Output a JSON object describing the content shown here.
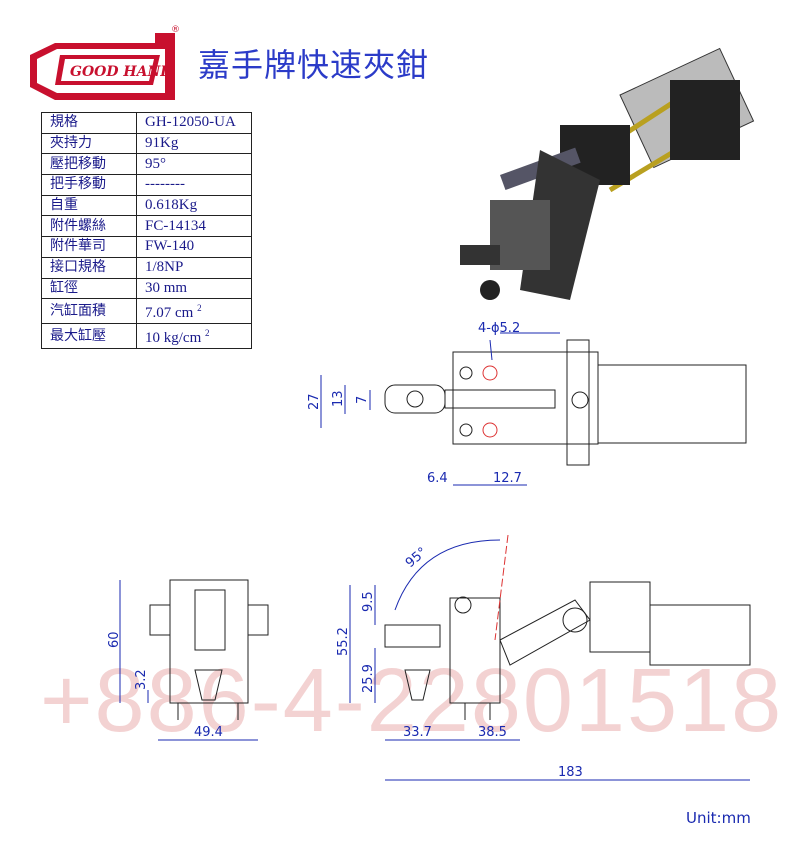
{
  "brand": {
    "logo_text": "GOOD HAND",
    "registered": "®"
  },
  "title": "嘉手牌快速夾鉗",
  "specs": [
    {
      "label": "規格",
      "value": "GH-12050-UA"
    },
    {
      "label": "夾持力",
      "value": "91Kg"
    },
    {
      "label": "壓把移動",
      "value": "95°"
    },
    {
      "label": "把手移動",
      "value": "--------"
    },
    {
      "label": "自重",
      "value": "0.618Kg"
    },
    {
      "label": "附件螺絲",
      "value": "FC-14134"
    },
    {
      "label": "附件華司",
      "value": "FW-140"
    },
    {
      "label": "接口規格",
      "value": "1/8NP"
    },
    {
      "label": "缸徑",
      "value": "30 mm"
    },
    {
      "label": "汽缸面積",
      "value": "7.07 cm",
      "sup": "2"
    },
    {
      "label": "最大缸壓",
      "value": "10 kg/cm",
      "sup": "2"
    }
  ],
  "dimensions": {
    "holes": "4-ϕ5.2",
    "d27": "27",
    "d13": "13",
    "d7": "7",
    "d6_4": "6.4",
    "d12_7": "12.7",
    "angle": "95°",
    "d60": "60",
    "d3_2": "3.2",
    "d49_4": "49.4",
    "d9_5": "9.5",
    "d55_2": "55.2",
    "d25_9": "25.9",
    "d33_7": "33.7",
    "d38_5": "38.5",
    "d183": "183"
  },
  "watermark": "+886-4-22801518",
  "unit": "Unit:mm",
  "colors": {
    "dimension": "#1a2ab0",
    "title": "#2b3bc8",
    "logo": "#c8102e"
  }
}
